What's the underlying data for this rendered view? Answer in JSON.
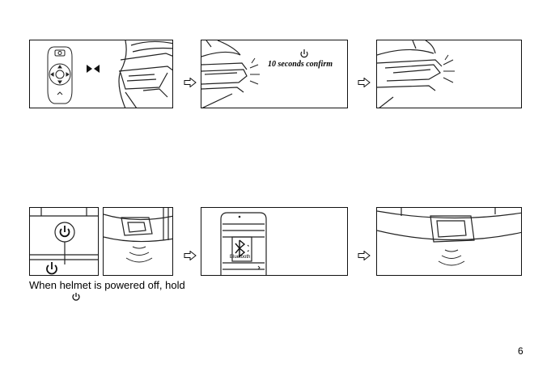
{
  "row1": {
    "panel2_label": "10 seconds  confirm"
  },
  "row2": {
    "bluetooth_label": "Bluetooth"
  },
  "caption": {
    "line1": "When helmet is powered off, hold"
  },
  "page_number": "6",
  "icons": {
    "power": "power-icon",
    "arrow": "right-arrow-icon",
    "bluetooth": "bluetooth-icon"
  }
}
